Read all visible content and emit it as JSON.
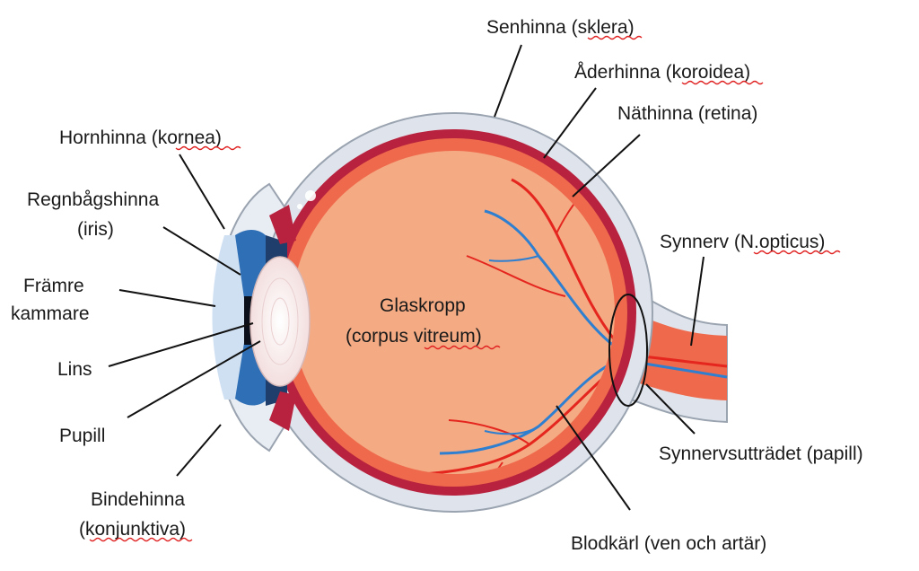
{
  "diagram": {
    "labels": {
      "sclera": "Senhinna (sklera)",
      "choroid": "Åderhinna (koroidea)",
      "retina": "Näthinna (retina)",
      "cornea": "Hornhinna (kornea)",
      "iris_1": "Regnbågshinna",
      "iris_2": "(iris)",
      "optic_nerve": "Synnerv (N.opticus)",
      "anterior_chamber_1": "Främre",
      "anterior_chamber_2": "kammare",
      "vitreous_1": "Glaskropp",
      "vitreous_2": "(corpus vitreum)",
      "lens": "Lins",
      "pupil": "Pupill",
      "optic_disc": "Synnervsutträdet (papill)",
      "conjunctiva_1": "Bindehinna",
      "conjunctiva_2": "(konjunktiva)",
      "vessels": "Blodkärl (ven och artär)"
    },
    "colors": {
      "sclera": "#dfe4ec",
      "choroid": "#b8223e",
      "retina": "#ef6a4c",
      "vitreous": "#f4ab84",
      "iris": "#2f6fb6",
      "lens": "#fbeeee",
      "artery": "#e4261f",
      "vein": "#2f7fd0"
    }
  }
}
